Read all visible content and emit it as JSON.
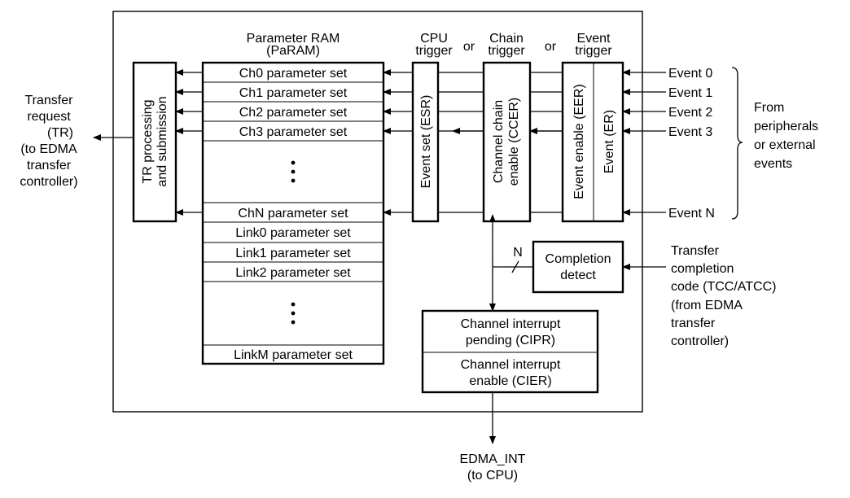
{
  "labels": {
    "param_ram_title": "Parameter RAM",
    "param_ram_subtitle": "(PaRAM)",
    "cpu_trigger_line1": "CPU",
    "cpu_trigger_line2": "trigger",
    "or_1": "or",
    "chain_trigger_line1": "Chain",
    "chain_trigger_line2": "trigger",
    "or_2": "or",
    "event_trigger_line1": "Event",
    "event_trigger_line2": "trigger",
    "tr_block_line1": "TR processing",
    "tr_block_line2": "and submission",
    "esr_block": "Event set (ESR)",
    "ccer_block_line1": "Channel chain",
    "ccer_block_line2": "enable (CCER)",
    "eer_block": "Event enable (EER)",
    "er_block": "Event (ER)",
    "completion_line1": "Completion",
    "completion_line2": "detect",
    "cipr_line1": "Channel interrupt",
    "cipr_line2": "pending (CIPR)",
    "cier_line1": "Channel interrupt",
    "cier_line2": "enable (CIER)",
    "bus_n": "N",
    "edma_int_line1": "EDMA_INT",
    "edma_int_line2": "(to CPU)",
    "transfer_request": [
      "Transfer",
      "request",
      "(TR)",
      "(to EDMA",
      "transfer",
      "controller)"
    ],
    "from_peripherals": [
      "From",
      "peripherals",
      "or external",
      "events"
    ],
    "transfer_completion": [
      "Transfer",
      "completion",
      "code (TCC/ATCC)",
      "(from EDMA",
      "transfer",
      "controller)"
    ]
  },
  "param_rows": [
    "Ch0 parameter set",
    "Ch1 parameter set",
    "Ch2 parameter set",
    "Ch3 parameter set",
    "ChN parameter set",
    "Link0 parameter set",
    "Link1 parameter set",
    "Link2 parameter set",
    "LinkM parameter set"
  ],
  "events": [
    "Event 0",
    "Event 1",
    "Event 2",
    "Event 3",
    "Event N"
  ]
}
